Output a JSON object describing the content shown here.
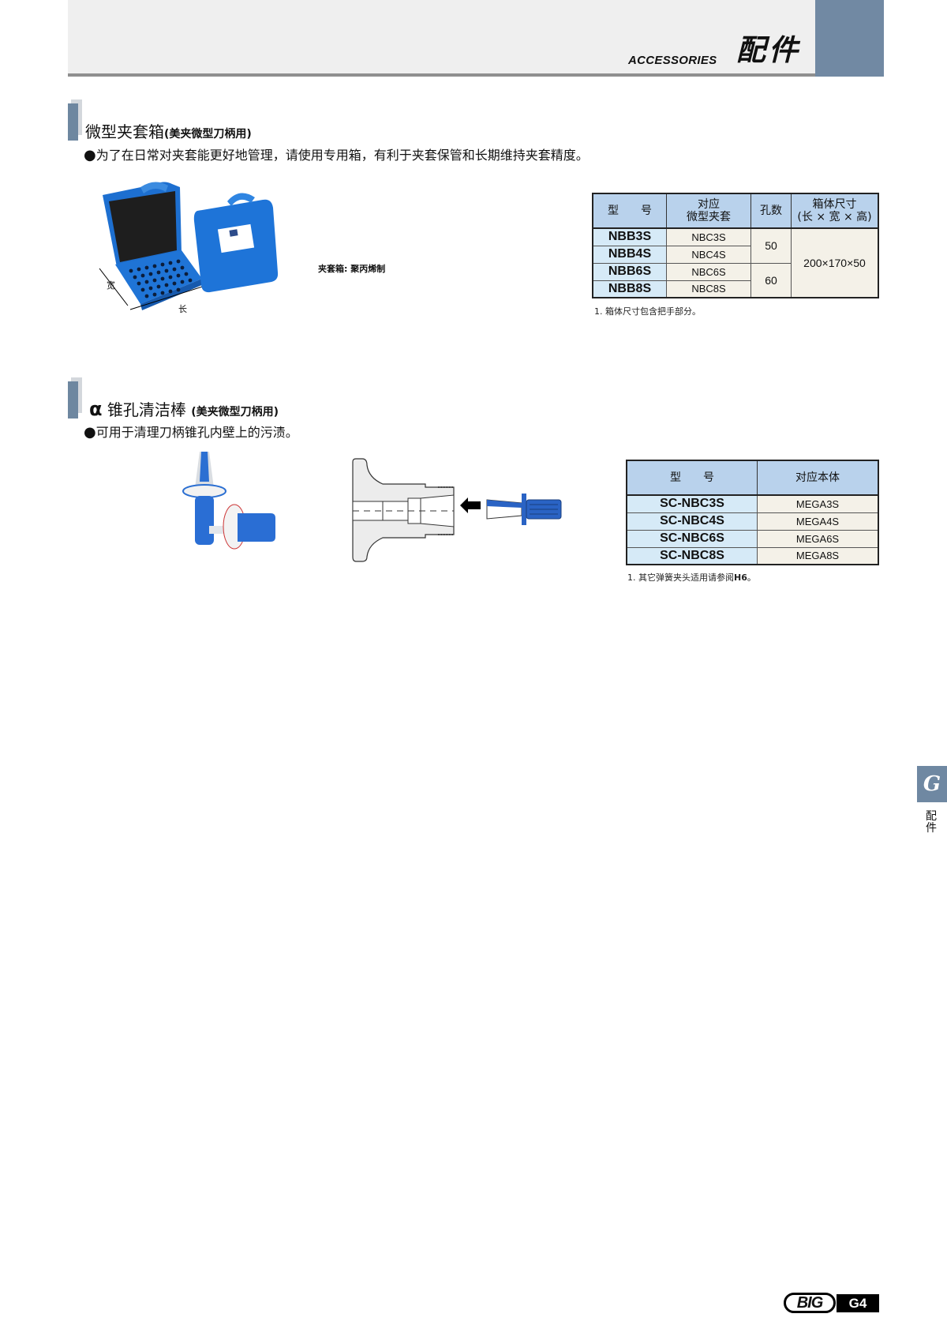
{
  "header": {
    "title_en": "ACCESSORIES",
    "title_cn": "配件",
    "accent_color": "#7189a3"
  },
  "section1": {
    "title": "微型夹套箱",
    "subtitle": "(美夹微型刀柄用)",
    "bullet": "●",
    "description": "为了在日常对夹套能更好地管理，请使用专用箱，有利于夹套保管和长期维持夹套精度。",
    "image": {
      "label_width": "宽",
      "label_length": "长",
      "alt": "blue-collet-case-open-and-closed"
    },
    "material_note": "夹套箱: 聚丙烯制",
    "table": {
      "headers": [
        "型　　号",
        "对应\n微型夹套",
        "孔数",
        "箱体尺寸\n(长 × 宽 × 高)"
      ],
      "header_lines": {
        "col1": "型　　号",
        "col2_l1": "对应",
        "col2_l2": "微型夹套",
        "col3": "孔数",
        "col4_l1": "箱体尺寸",
        "col4_l2": "(长 × 宽 × 高)"
      },
      "rows": [
        {
          "model": "NBB3S",
          "collet": "NBC3S",
          "holes": "50",
          "size": "200×170×50"
        },
        {
          "model": "NBB4S",
          "collet": "NBC4S",
          "holes": "50",
          "size": "200×170×50"
        },
        {
          "model": "NBB6S",
          "collet": "NBC6S",
          "holes": "60",
          "size": "200×170×50"
        },
        {
          "model": "NBB8S",
          "collet": "NBC8S",
          "holes": "60",
          "size": "200×170×50"
        }
      ],
      "note": "1. 箱体尺寸包含把手部分。"
    }
  },
  "section2": {
    "alpha": "α",
    "title": "锥孔清洁棒",
    "subtitle": "(美夹微型刀柄用)",
    "bullet": "●",
    "description": "可用于清理刀柄锥孔内壁上的污渍。",
    "table": {
      "header_model": "型　　号",
      "header_body": "对应本体",
      "rows": [
        {
          "model": "SC-NBC3S",
          "body": "MEGA3S"
        },
        {
          "model": "SC-NBC4S",
          "body": "MEGA4S"
        },
        {
          "model": "SC-NBC6S",
          "body": "MEGA6S"
        },
        {
          "model": "SC-NBC8S",
          "body": "MEGA8S"
        }
      ],
      "note_prefix": "1. 其它弹簧夹头适用请参阅",
      "note_ref": "H6",
      "note_suffix": "。"
    }
  },
  "side_tab": {
    "letter": "G",
    "label_1": "配",
    "label_2": "件"
  },
  "footer": {
    "logo": "BIG",
    "page": "G4"
  }
}
